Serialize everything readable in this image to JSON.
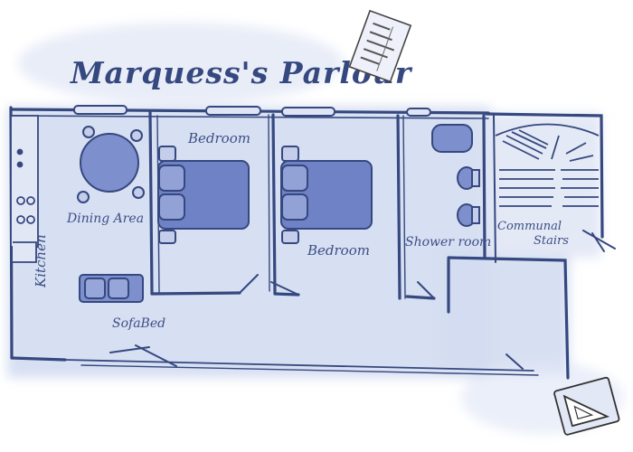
{
  "title": "Marquess's Parlour",
  "rooms": {
    "kitchen": "Kitchen",
    "dining_area": "Dining Area",
    "sofa_bed": "SofaBed",
    "bedroom_1": "Bedroom",
    "bedroom_2": "Bedroom",
    "shower_room": "Shower room",
    "communal_stairs_line1": "Communal",
    "communal_stairs_line2": "Stairs"
  },
  "colors": {
    "ink": "#35487f",
    "wash": "#c9d3ee",
    "furniture": "#7d8fcc",
    "furniture_dark": "#5f74bd"
  },
  "icons": [
    "floor-plan-paper-icon",
    "set-square-ruler-icon"
  ]
}
